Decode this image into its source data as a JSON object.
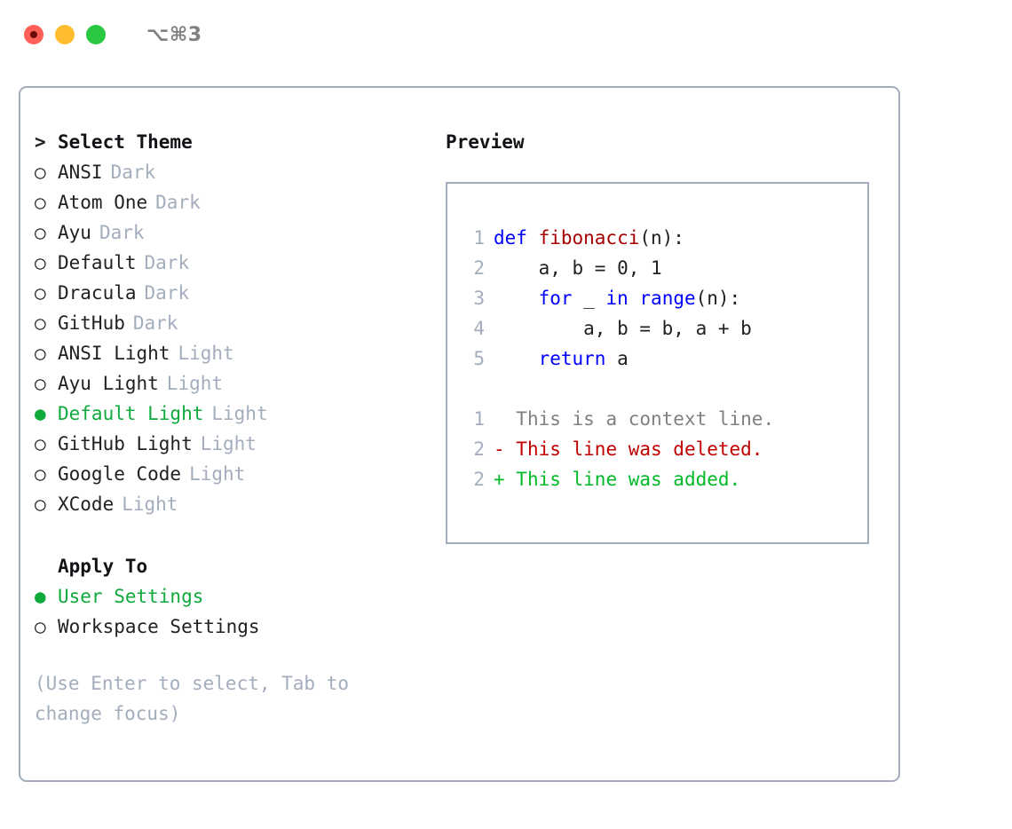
{
  "titlebar": {
    "shortcut": "⌥⌘3",
    "buttons": [
      {
        "name": "close",
        "color": "#ff5f57"
      },
      {
        "name": "minimize",
        "color": "#febc2e"
      },
      {
        "name": "maximize",
        "color": "#28c840"
      }
    ]
  },
  "theme_section": {
    "focus_marker": ">",
    "title": "Select Theme",
    "items": [
      {
        "marker": "○",
        "label": "ANSI",
        "tag": "Dark",
        "selected": false
      },
      {
        "marker": "○",
        "label": "Atom One",
        "tag": "Dark",
        "selected": false
      },
      {
        "marker": "○",
        "label": "Ayu",
        "tag": "Dark",
        "selected": false
      },
      {
        "marker": "○",
        "label": "Default",
        "tag": "Dark",
        "selected": false
      },
      {
        "marker": "○",
        "label": "Dracula",
        "tag": "Dark",
        "selected": false
      },
      {
        "marker": "○",
        "label": "GitHub",
        "tag": "Dark",
        "selected": false
      },
      {
        "marker": "○",
        "label": "ANSI Light",
        "tag": "Light",
        "selected": false
      },
      {
        "marker": "○",
        "label": "Ayu Light",
        "tag": "Light",
        "selected": false
      },
      {
        "marker": "●",
        "label": "Default Light",
        "tag": "Light",
        "selected": true
      },
      {
        "marker": "○",
        "label": "GitHub Light",
        "tag": "Light",
        "selected": false
      },
      {
        "marker": "○",
        "label": "Google Code",
        "tag": "Light",
        "selected": false
      },
      {
        "marker": "○",
        "label": "XCode",
        "tag": "Light",
        "selected": false
      }
    ]
  },
  "apply_section": {
    "focus_marker": " ",
    "title": "Apply To",
    "items": [
      {
        "marker": "●",
        "label": "User Settings",
        "selected": true
      },
      {
        "marker": "○",
        "label": "Workspace Settings",
        "selected": false
      }
    ]
  },
  "hint": "(Use Enter to select, Tab to change focus)",
  "preview": {
    "title": "Preview",
    "code_lines": [
      {
        "no": "1",
        "tokens": [
          {
            "t": "def ",
            "c": "kw"
          },
          {
            "t": "fibonacci",
            "c": "fn"
          },
          {
            "t": "(n):",
            "c": "pln"
          }
        ]
      },
      {
        "no": "2",
        "tokens": [
          {
            "t": "    a, b = 0, 1",
            "c": "pln"
          }
        ]
      },
      {
        "no": "3",
        "tokens": [
          {
            "t": "    ",
            "c": "pln"
          },
          {
            "t": "for",
            "c": "kw"
          },
          {
            "t": " _ ",
            "c": "pln"
          },
          {
            "t": "in",
            "c": "kw"
          },
          {
            "t": " ",
            "c": "pln"
          },
          {
            "t": "range",
            "c": "kw"
          },
          {
            "t": "(n):",
            "c": "pln"
          }
        ]
      },
      {
        "no": "4",
        "tokens": [
          {
            "t": "        a, b = b, a + b",
            "c": "pln"
          }
        ]
      },
      {
        "no": "5",
        "tokens": [
          {
            "t": "    ",
            "c": "pln"
          },
          {
            "t": "return",
            "c": "kw"
          },
          {
            "t": " a",
            "c": "pln"
          }
        ]
      }
    ],
    "diff_lines": [
      {
        "no": "1",
        "prefix": "  ",
        "text": "This is a context line.",
        "kind": "d-ctx"
      },
      {
        "no": "2",
        "prefix": "- ",
        "text": "This line was deleted.",
        "kind": "d-del"
      },
      {
        "no": "2",
        "prefix": "+ ",
        "text": "This line was added.",
        "kind": "d-add"
      }
    ]
  },
  "colors": {
    "selected_green": "#0faa3c",
    "keyword_blue": "#0000ff",
    "function_red": "#a80000",
    "diff_deleted": "#c00000",
    "diff_added": "#00ba28",
    "muted_gray": "#a3adbd",
    "border": "#a3adbd"
  }
}
